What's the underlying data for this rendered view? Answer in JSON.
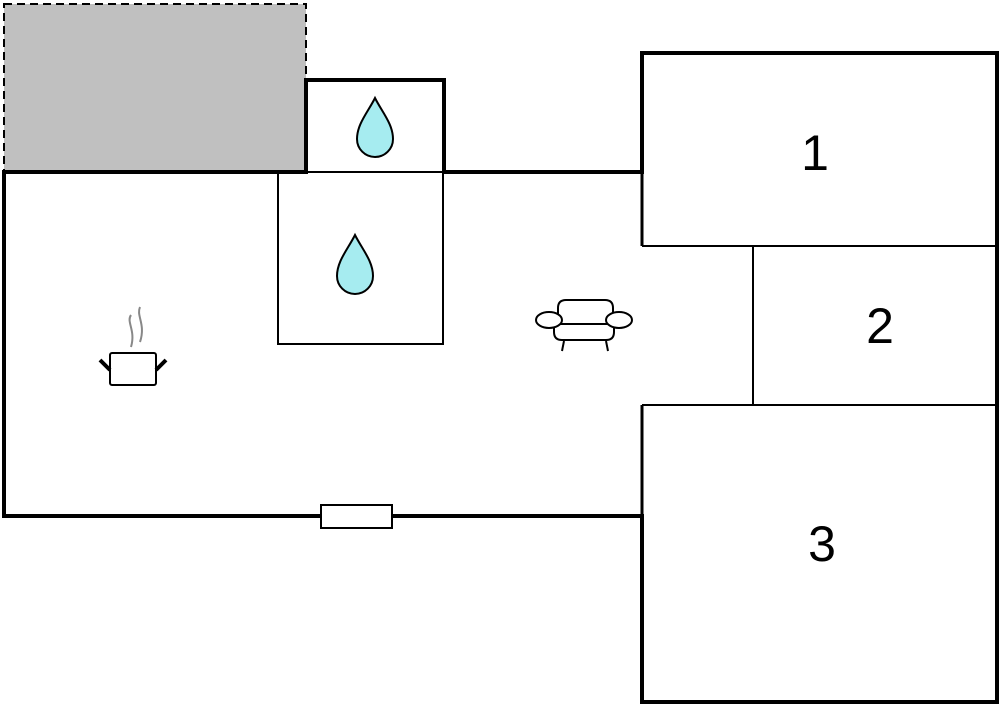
{
  "rooms": [
    {
      "label": "1"
    },
    {
      "label": "2"
    },
    {
      "label": "3"
    }
  ],
  "icons": {
    "bathroom": "water-drop-icon",
    "kitchen": "cooking-pot-icon",
    "living": "sofa-icon",
    "window": "window-icon"
  },
  "colors": {
    "wall": "#000000",
    "terrace": "#c0c0c0",
    "water": "#a6ecf0"
  }
}
